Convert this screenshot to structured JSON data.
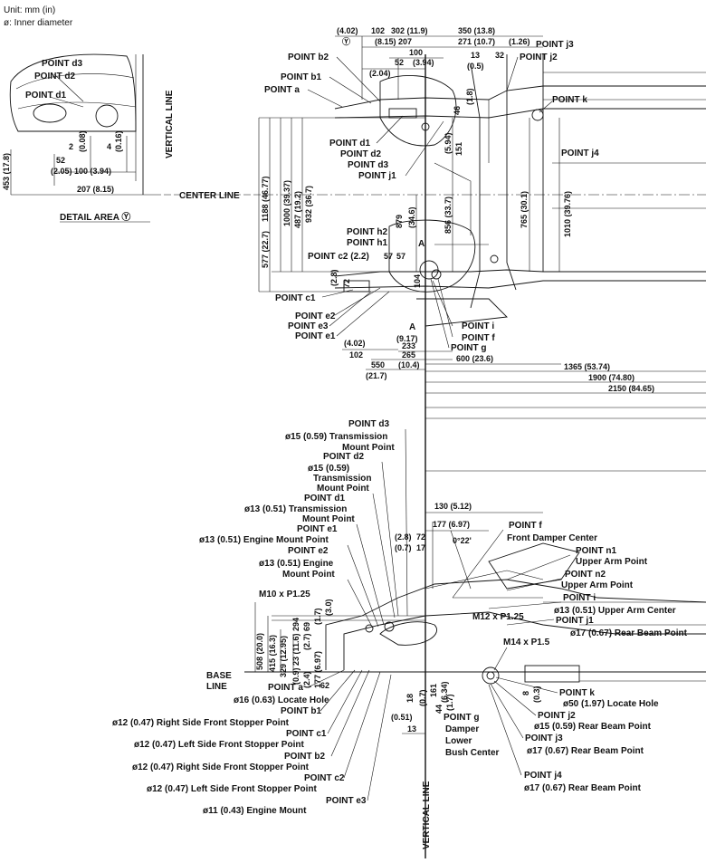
{
  "legend": {
    "unit": "Unit: mm (in)",
    "diameter": "ø: Inner diameter"
  },
  "detail": {
    "point_d3": "POINT d3",
    "point_d2": "POINT d2",
    "point_d1": "POINT d1",
    "vertical_line": "VERTICAL LINE",
    "title": "DETAIL AREA Ⓨ",
    "dims": [
      "453 (17.8)",
      "2",
      "(0.08)",
      "4",
      "(0.16)",
      "52",
      "(2.05) 100 (3.94)",
      "207 (8.15)"
    ]
  },
  "center_line": "CENTER LINE",
  "top": {
    "labels": [
      "POINT b2",
      "POINT b1",
      "POINT a",
      "POINT d1",
      "POINT d2",
      "POINT d3",
      "POINT j1",
      "POINT j3",
      "POINT j2",
      "POINT k",
      "POINT j4",
      "POINT h2",
      "POINT h1",
      "POINT c2 (2.2)",
      "POINT c1",
      "POINT e2",
      "POINT e3",
      "POINT e1",
      "POINT i",
      "POINT f",
      "POINT g"
    ],
    "top_dims": [
      "(4.02)",
      "102",
      "302 (11.9)",
      "350 (13.8)",
      "Ⓨ",
      "(8.15) 207",
      "271 (10.7)",
      "(1.26)",
      "100",
      "13",
      "32",
      "52",
      "(3.94)",
      "(0.5)",
      "(2.04)"
    ],
    "vert_dims": [
      "1188 (46.77)",
      "1000 (39.37)",
      "487 (19.2)",
      "932 (36.7)",
      "577 (22.7)",
      "879",
      "(34.6)",
      "856 (33.7)",
      "(5.94)",
      "151",
      "(1.8)",
      "46",
      "765 (30.1)",
      "1010 (39.76)",
      "(2.8)",
      "72",
      "104",
      "57",
      "57"
    ],
    "bottom_dims": [
      "(4.02)",
      "102",
      "(9.17)",
      "233",
      "265",
      "550",
      "(10.4)",
      "600 (23.6)",
      "(21.7)",
      "1365 (53.74)",
      "1900 (74.80)",
      "2150 (84.65)"
    ],
    "section": [
      "A",
      "A"
    ]
  },
  "side": {
    "callouts": [
      "POINT d3",
      "ø15 (0.59) Transmission",
      "Mount Point",
      "POINT d2",
      "ø15 (0.59)",
      "Transmission",
      "Mount Point",
      "POINT d1",
      "ø13 (0.51) Transmission",
      "Mount Point",
      "POINT e1",
      "ø13 (0.51) Engine Mount Point",
      "POINT e2",
      "ø13 (0.51) Engine",
      "Mount Point",
      "M10 x P1.25"
    ],
    "right": [
      "POINT f",
      "Front Damper Center",
      "POINT n1",
      "Upper Arm Point",
      "POINT n2",
      "Upper Arm Point",
      "POINT i",
      "ø13 (0.51) Upper Arm Center",
      "M12 x P1.25",
      "POINT j1",
      "ø17 (0.67) Rear Beam Point",
      "M14 x P1.5",
      "POINT k",
      "ø50 (1.97) Locate Hole",
      "POINT j2",
      "ø15 (0.59) Rear Beam Point",
      "POINT j3",
      "ø17 (0.67) Rear Beam Point",
      "POINT j4",
      "ø17 (0.67) Rear Beam Point"
    ],
    "bottom": [
      "POINT a",
      "ø16 (0.63) Locate Hole",
      "POINT b1",
      "ø12 (0.47) Right Side Front Stopper Point",
      "POINT c1",
      "ø12 (0.47) Left Side Front Stopper Point",
      "POINT b2",
      "ø12 (0.47) Right Side Front Stopper Point",
      "POINT c2",
      "ø12 (0.47) Left Side Front Stopper Point",
      "POINT e3",
      "ø11 (0.43) Engine Mount"
    ],
    "base_line": "BASE LINE",
    "vertical_line": "VERTICAL LINE",
    "damper": [
      "POINT g",
      "Damper",
      "Lower",
      "Bush Center"
    ],
    "dims_top": [
      "130 (5.12)",
      "177 (6.97)",
      "(2.8)",
      "72",
      "(0.7)",
      "17",
      "0°22'"
    ],
    "dims_left": [
      "508 (20.0)",
      "415 (16.3)",
      "329 (12.95)",
      "(0.9) 23 (11.6) 294",
      "(2.4)",
      "177 (6.97)",
      "62",
      "(2.7) 69",
      "(1.7)",
      "(3.0)"
    ],
    "dims_right": [
      "161",
      "(6.34)",
      "18",
      "(0.7)",
      "44",
      "(1.7)",
      "8",
      "(0.3)",
      "(0.51)",
      "13"
    ]
  }
}
